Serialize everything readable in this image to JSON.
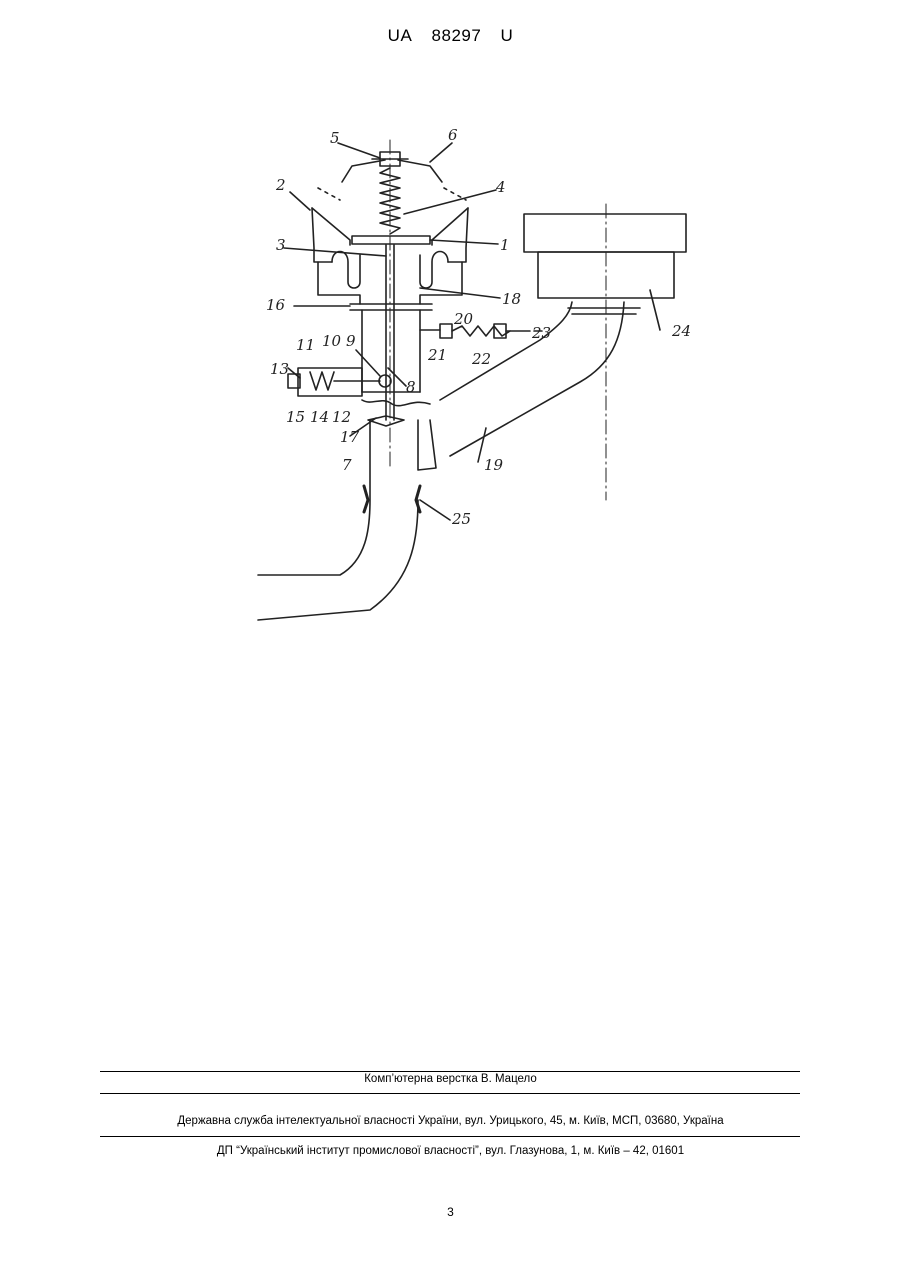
{
  "header": {
    "prefix": "UA",
    "number": "88297",
    "kind": "U"
  },
  "figure": {
    "labels": [
      "1",
      "2",
      "3",
      "4",
      "5",
      "6",
      "7",
      "8",
      "9",
      "10",
      "11",
      "12",
      "13",
      "14",
      "15",
      "16",
      "17",
      "18",
      "19",
      "20",
      "21",
      "22",
      "23",
      "24",
      "25"
    ]
  },
  "footer": {
    "layout_credit": "Комп’ютерна верстка В. Мацело",
    "office": "Державна служба інтелектуальної власності України, вул. Урицького, 45, м. Київ, МСП, 03680, Україна",
    "publisher": "ДП “Український інститут промислової власності”, вул. Глазунова, 1, м. Київ – 42, 01601"
  },
  "page_number": "3"
}
